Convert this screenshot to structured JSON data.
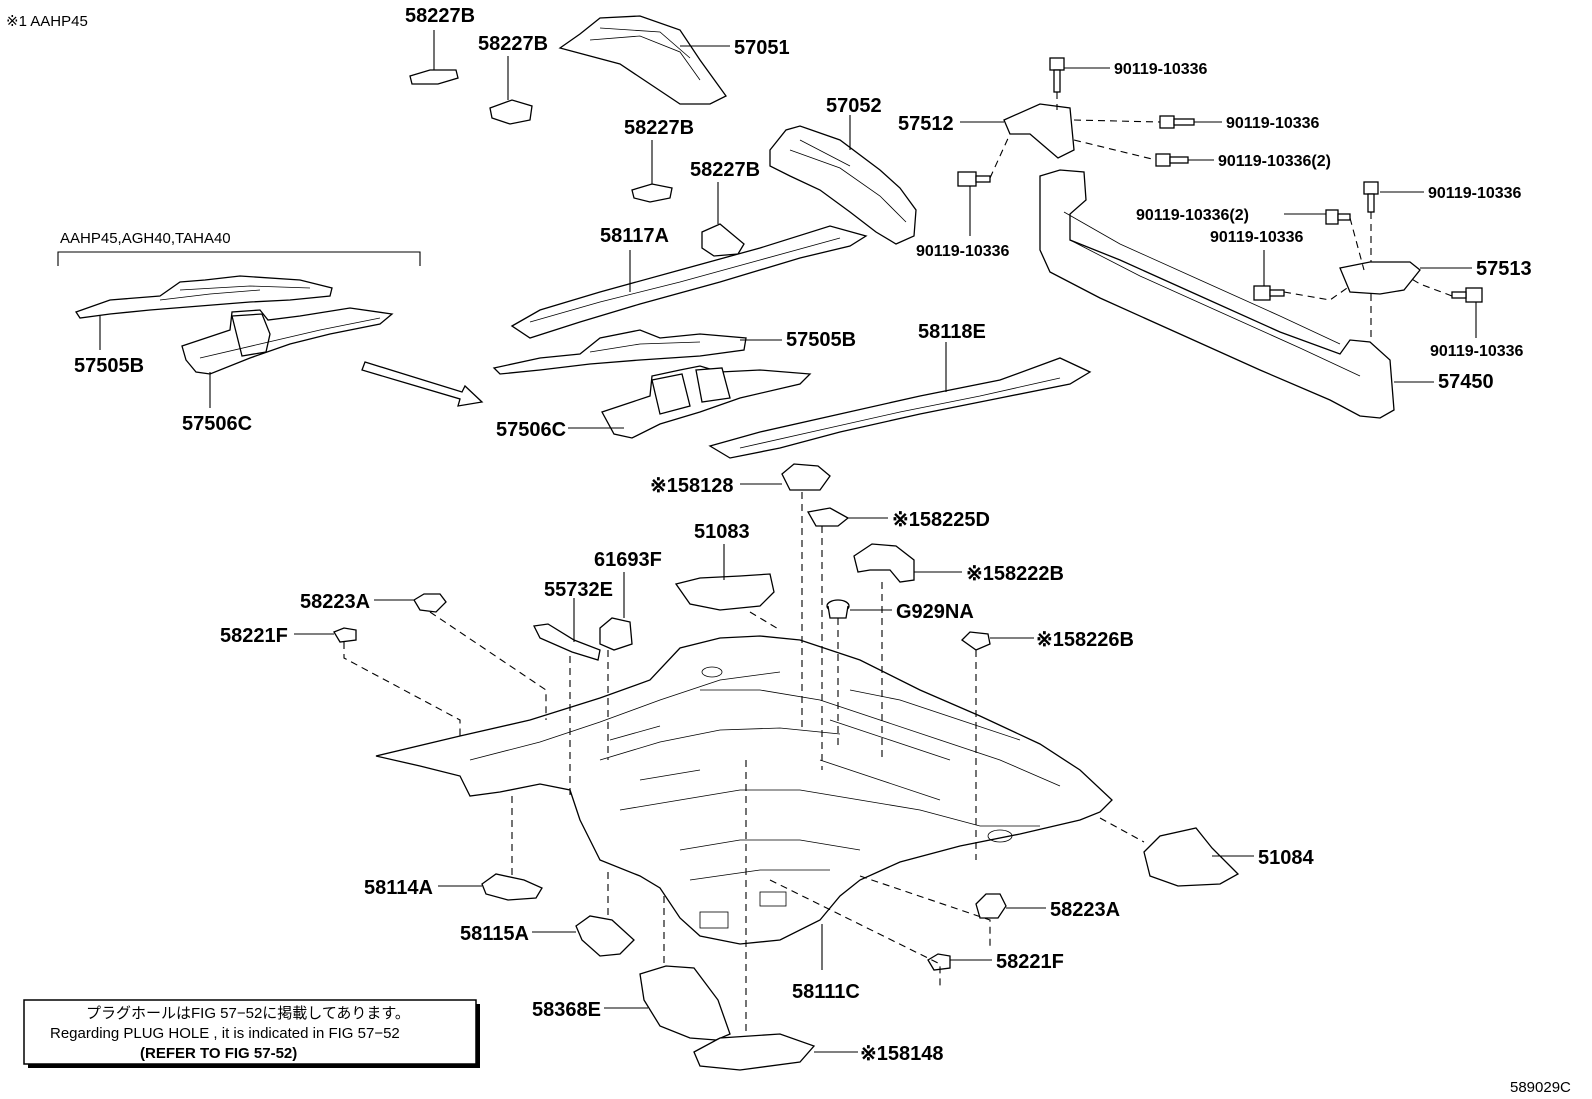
{
  "diagram": {
    "corner_note": "※1 AAHP45",
    "figure_code": "589029C",
    "group_label": "AAHP45,AGH40,TAHA40",
    "plug_hole_note": {
      "line1": "プラグホールはFIG 57−52に掲載してあります。",
      "line2": "Regarding  PLUG  HOLE , it is indicated in FIG  57−52",
      "line3": "(REFER TO FIG 57-52)"
    },
    "parts": {
      "p58227B_1": "58227B",
      "p58227B_2": "58227B",
      "p57051": "57051",
      "p58227B_3": "58227B",
      "p57052": "57052",
      "p58227B_4": "58227B",
      "p58117A": "58117A",
      "p57505B_left": "57505B",
      "p57506C_left": "57506C",
      "p57505B": "57505B",
      "p57506C": "57506C",
      "p58118E": "58118E",
      "p90119_a": "90119-10336",
      "p57512": "57512",
      "p90119_b": "90119-10336",
      "p90119_c": "90119-10336(2)",
      "p90119_d": "90119-10336",
      "p90119_e": "90119-10336",
      "p90119_f": "90119-10336(2)",
      "p90119_g": "90119-10336",
      "p57513": "57513",
      "p90119_h": "90119-10336",
      "p57450": "57450",
      "p58128": "※158128",
      "p58225D": "※158225D",
      "p51083": "51083",
      "p61693F": "61693F",
      "p55732E": "55732E",
      "p58222B": "※158222B",
      "p58223A_1": "58223A",
      "pG929NA": "G929NA",
      "p58221F_1": "58221F",
      "p58226B": "※158226B",
      "p51084": "51084",
      "p58114A": "58114A",
      "p58223A_2": "58223A",
      "p58115A": "58115A",
      "p58221F_2": "58221F",
      "p58111C": "58111C",
      "p58368E": "58368E",
      "p58148": "※158148"
    }
  }
}
